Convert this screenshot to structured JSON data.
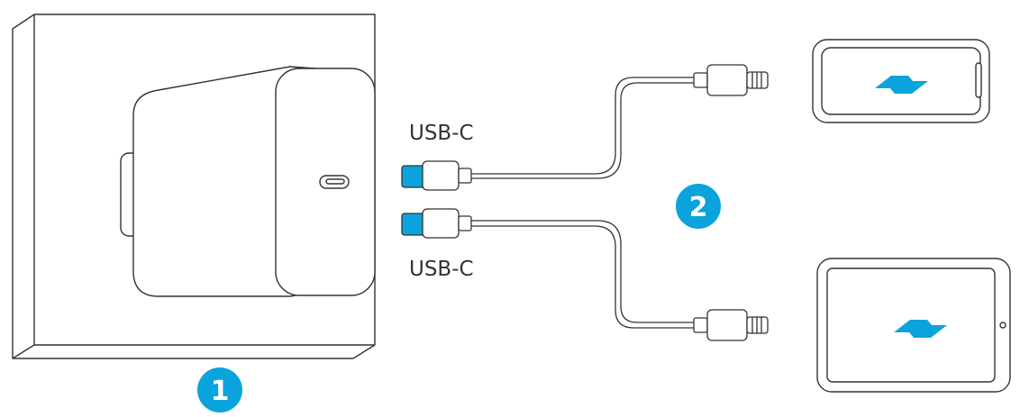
{
  "labels": {
    "port_top": "USB-C",
    "port_bottom": "USB-C"
  },
  "steps": {
    "one": "1",
    "two": "2"
  },
  "colors": {
    "accent": "#0aa3dc",
    "line": "#333333"
  },
  "icons": {
    "charge": "lightning-bolt-icon"
  }
}
